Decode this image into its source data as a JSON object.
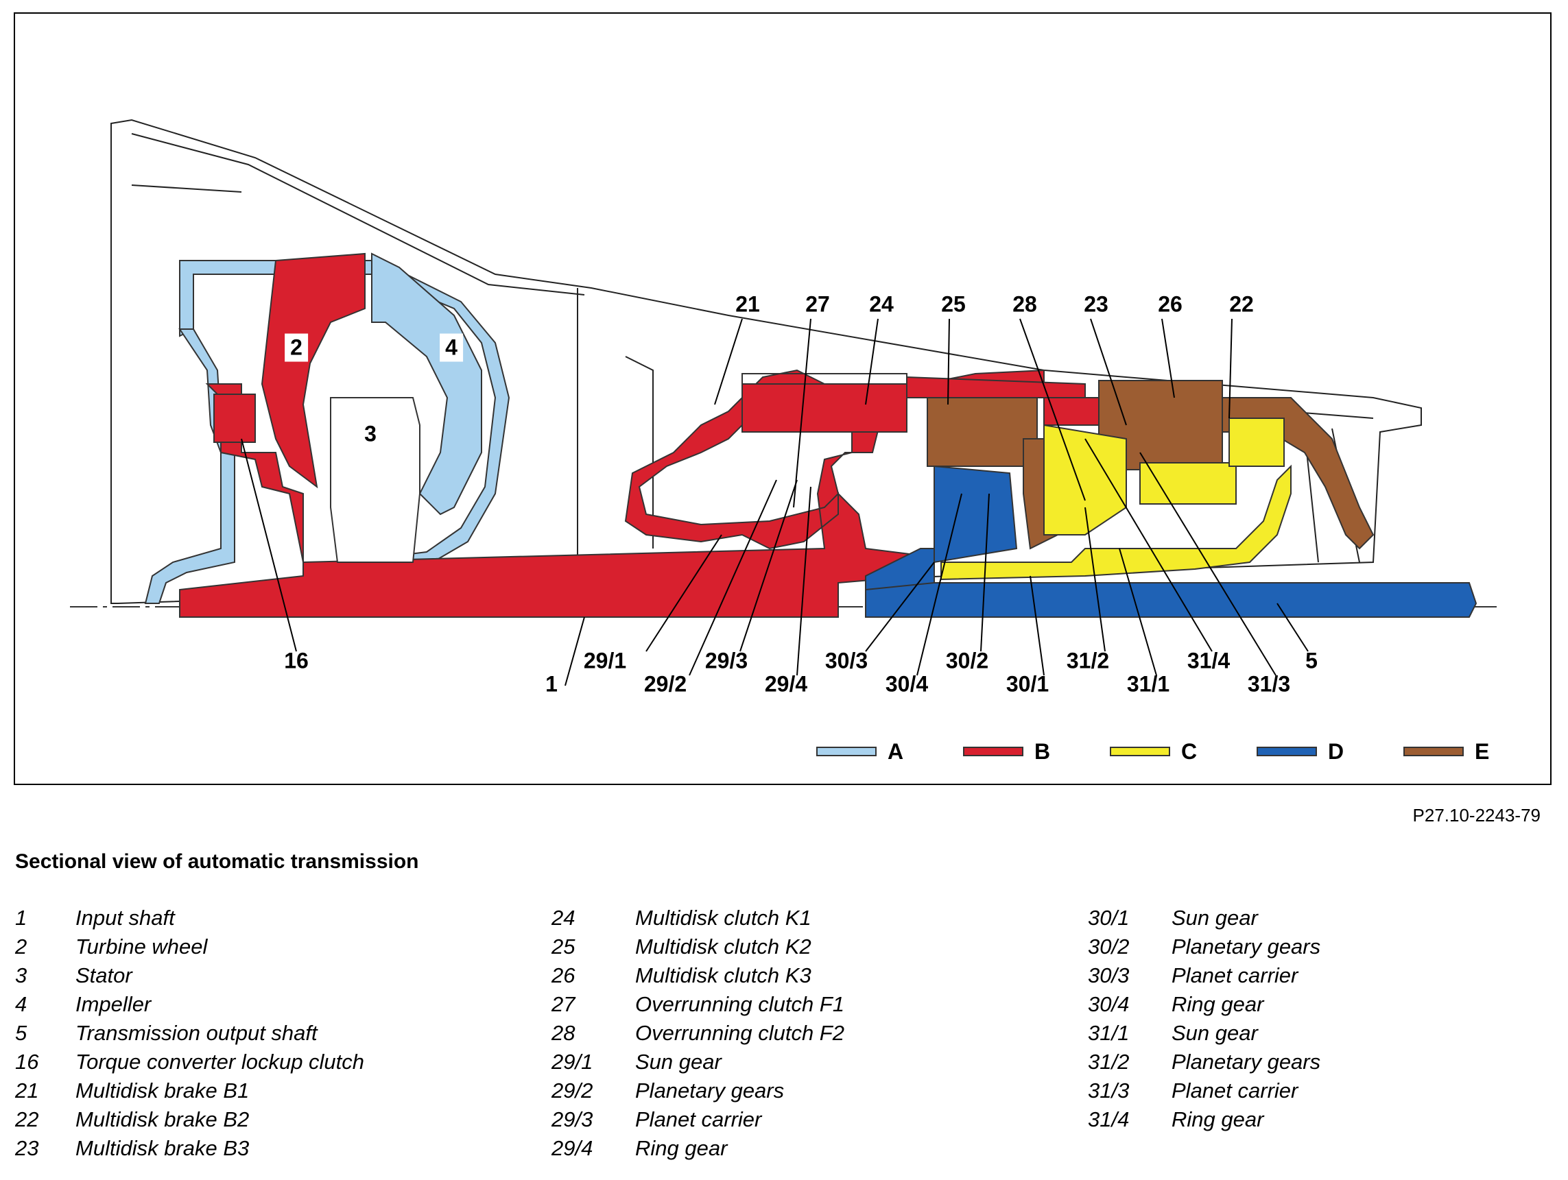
{
  "figure": {
    "callouts_top": [
      "21",
      "27",
      "24",
      "25",
      "28",
      "23",
      "26",
      "22"
    ],
    "callouts_inside": [
      "2",
      "3",
      "4"
    ],
    "callouts_bottom": [
      "16",
      "1",
      "29/1",
      "29/2",
      "29/3",
      "29/4",
      "30/3",
      "30/4",
      "30/2",
      "30/1",
      "31/2",
      "31/1",
      "31/4",
      "31/3",
      "5"
    ],
    "legend": [
      {
        "label": "A",
        "color": "#a9d2ee"
      },
      {
        "label": "B",
        "color": "#d8202e"
      },
      {
        "label": "C",
        "color": "#f4ec2a"
      },
      {
        "label": "D",
        "color": "#1f62b5"
      },
      {
        "label": "E",
        "color": "#9c5d32"
      }
    ],
    "code": "P27.10-2243-79"
  },
  "caption": "Sectional view of automatic transmission",
  "parts": {
    "col1": [
      {
        "num": "1",
        "name": "Input shaft"
      },
      {
        "num": "2",
        "name": "Turbine wheel"
      },
      {
        "num": "3",
        "name": "Stator"
      },
      {
        "num": "4",
        "name": "Impeller"
      },
      {
        "num": "5",
        "name": "Transmission output shaft"
      },
      {
        "num": "16",
        "name": "Torque converter lockup clutch"
      },
      {
        "num": "21",
        "name": "Multidisk brake B1"
      },
      {
        "num": "22",
        "name": "Multidisk brake B2"
      },
      {
        "num": "23",
        "name": "Multidisk brake B3"
      }
    ],
    "col2": [
      {
        "num": "24",
        "name": "Multidisk clutch K1"
      },
      {
        "num": "25",
        "name": "Multidisk clutch K2"
      },
      {
        "num": "26",
        "name": "Multidisk clutch K3"
      },
      {
        "num": "27",
        "name": "Overrunning clutch F1"
      },
      {
        "num": "28",
        "name": "Overrunning clutch F2"
      },
      {
        "num": "29/1",
        "name": "Sun gear"
      },
      {
        "num": "29/2",
        "name": "Planetary gears"
      },
      {
        "num": "29/3",
        "name": "Planet carrier"
      },
      {
        "num": "29/4",
        "name": "Ring gear"
      }
    ],
    "col3": [
      {
        "num": "30/1",
        "name": "Sun gear"
      },
      {
        "num": "30/2",
        "name": "Planetary gears"
      },
      {
        "num": "30/3",
        "name": "Planet carrier"
      },
      {
        "num": "30/4",
        "name": "Ring gear"
      },
      {
        "num": "31/1",
        "name": "Sun gear"
      },
      {
        "num": "31/2",
        "name": "Planetary gears"
      },
      {
        "num": "31/3",
        "name": "Planet carrier"
      },
      {
        "num": "31/4",
        "name": "Ring gear"
      }
    ]
  }
}
